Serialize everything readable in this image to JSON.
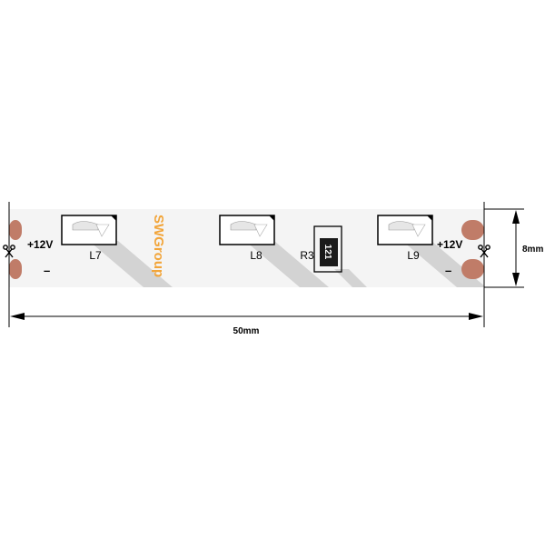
{
  "strip": {
    "components": [
      {
        "label": "L7"
      },
      {
        "label": "L8"
      },
      {
        "label": "L9"
      }
    ],
    "resistor": {
      "label": "R3",
      "marking": "121"
    },
    "pads": {
      "left": {
        "plus": "+12V",
        "minus": "–"
      },
      "right": {
        "plus": "+12V",
        "minus": "–"
      }
    },
    "brand": "SWGroup"
  },
  "dimensions": {
    "length": "50mm",
    "width": "8mm"
  },
  "icons": [
    "scissors-icon",
    "scissors-icon"
  ],
  "colors": {
    "strip": "#f4f4f4",
    "shadow": "#d0d0d0",
    "pad": "#c07c68",
    "brand": "#f2a53a",
    "line": "#000000",
    "resistor_body": "#1a1a1a"
  }
}
